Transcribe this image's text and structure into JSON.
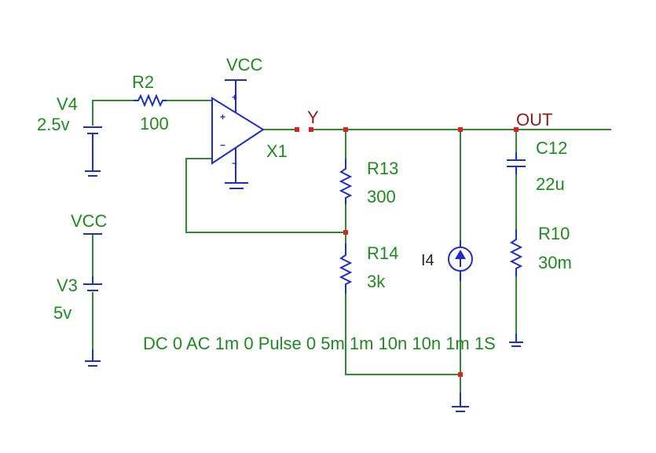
{
  "components": {
    "v4": {
      "ref": "V4",
      "value": "2.5v"
    },
    "r2": {
      "ref": "R2",
      "value": "100"
    },
    "x1": {
      "ref": "X1",
      "supply": "VCC",
      "plus": "+",
      "minus": "−"
    },
    "r13": {
      "ref": "R13",
      "value": "300"
    },
    "r14": {
      "ref": "R14",
      "value": "3k"
    },
    "i4": {
      "ref": "I4",
      "source_spec": "DC 0 AC 1m 0 Pulse 0 5m 1m 10n 10n 1m 1S"
    },
    "c12": {
      "ref": "C12",
      "value": "22u"
    },
    "r10": {
      "ref": "R10",
      "value": "30m"
    },
    "v3": {
      "ref": "V3",
      "value": "5v",
      "supply": "VCC"
    }
  },
  "nets": {
    "y": "Y",
    "out": "OUT"
  },
  "colors": {
    "wire": "#2e8b2e",
    "component": "#1d2ec8",
    "junction": "#e02020",
    "label": "#1e8a1e",
    "net_label": "#8b1a1a"
  }
}
